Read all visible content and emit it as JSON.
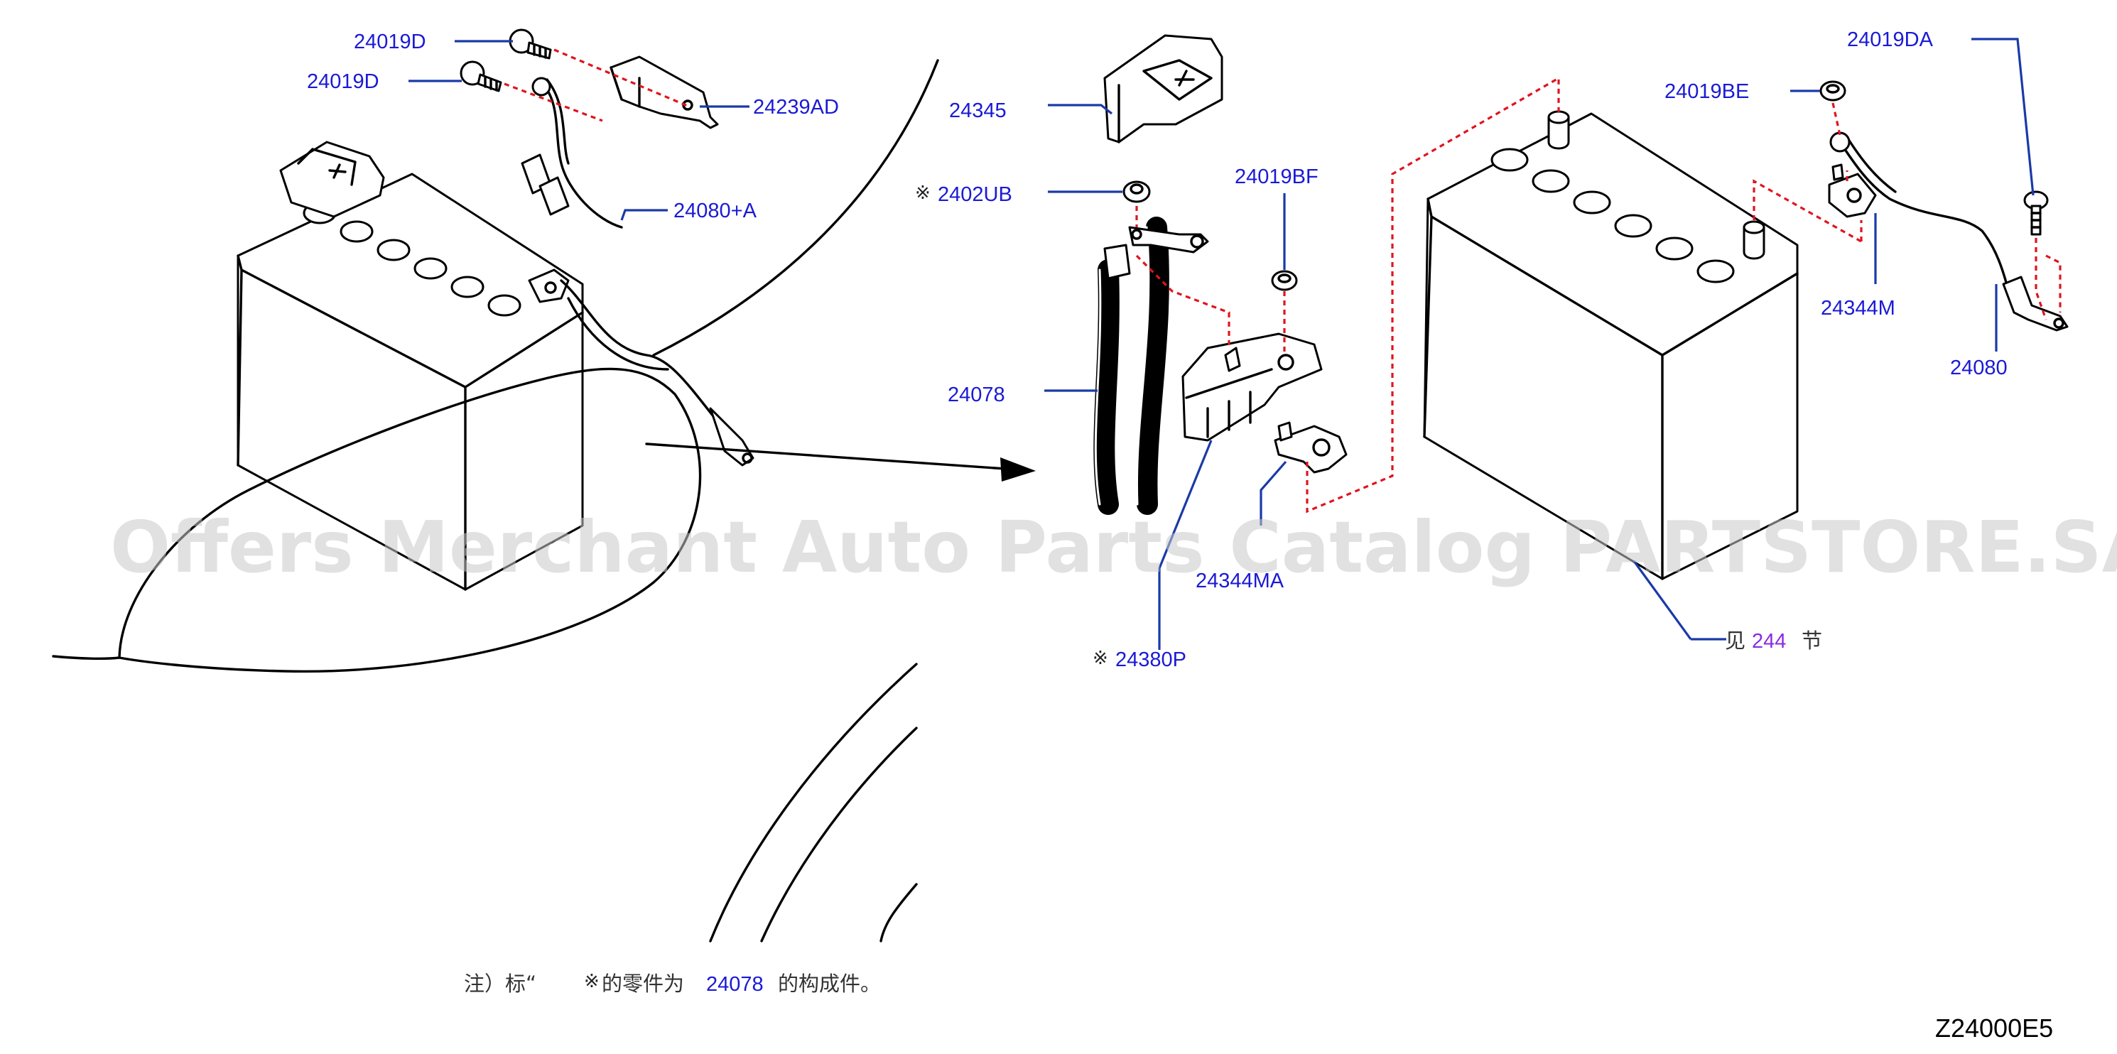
{
  "diagram": {
    "parts": {
      "p24019D_a": "24019D",
      "p24019D_b": "24019D",
      "p24239AD": "24239AD",
      "p24080A": "24080+A",
      "p24345": "24345",
      "p2402UB": "2402UB",
      "p24019BF": "24019BF",
      "p24078": "24078",
      "p24344MA": "24344MA",
      "p24380P": "24380P",
      "p24019DA": "24019DA",
      "p24019BE": "24019BE",
      "p24344M": "24344M",
      "p24080": "24080"
    },
    "mark_symbol": "※",
    "see_section": {
      "prefix": "见",
      "number": "244",
      "suffix": "节"
    },
    "footnote": {
      "prefix": "注）标“",
      "middle": "的零件为",
      "part": "24078",
      "suffix": "的构成件。"
    },
    "diagram_code": "Z24000E5",
    "watermark": "Offers Merchant Auto Parts Catalog PARTSTORE.SA"
  },
  "colors": {
    "label": "#1a1ad6",
    "leader": "#1a3aa8",
    "dashed_link": "#e0141e",
    "section_link": "#8a2be2",
    "watermark": "#c8c8c8"
  }
}
